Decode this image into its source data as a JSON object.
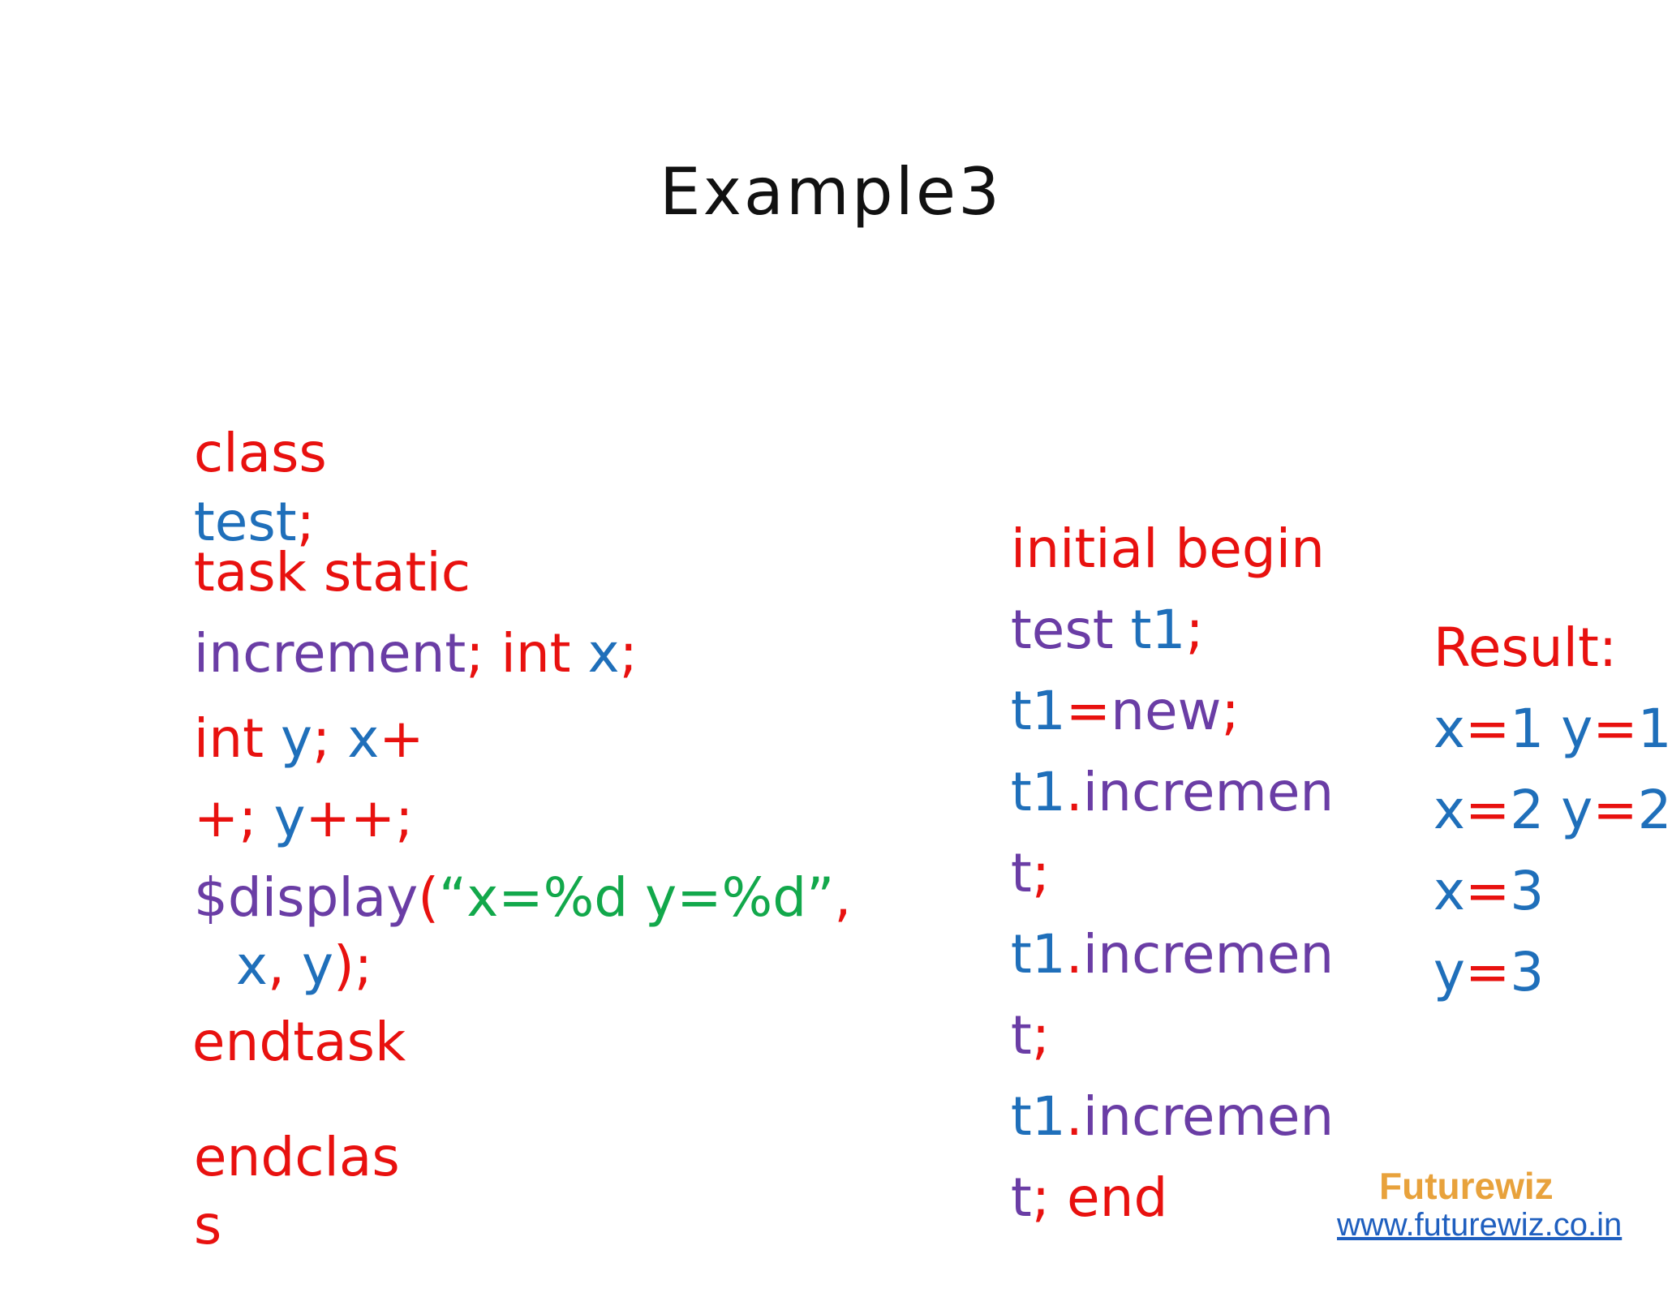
{
  "title": "Example3",
  "colors": {
    "keyword": "#E8110F",
    "identifier": "#1F6FBA",
    "method": "#6A3DA5",
    "string": "#12A84B",
    "brand": "#E8A23C"
  },
  "left_code": {
    "l1": [
      "class"
    ],
    "l2": [
      "test",
      ";"
    ],
    "l3": [
      "task static"
    ],
    "l4": [
      "increment",
      "; int ",
      "x",
      ";"
    ],
    "l5": [
      "int ",
      "y",
      "; ",
      "x",
      "+"
    ],
    "l6": [
      "+; ",
      "y",
      "++;"
    ],
    "l7": [
      "$display",
      "(",
      "“x=%d y=%d”",
      ","
    ],
    "l8": [
      "x",
      ", ",
      "y",
      ");"
    ],
    "l9": [
      "endtask"
    ],
    "l10": [
      "endclas"
    ],
    "l11": [
      "s"
    ]
  },
  "middle_code": {
    "l1": [
      "initial begin"
    ],
    "l2": [
      "test ",
      "t1",
      ";"
    ],
    "l3": [
      "t1",
      "=",
      "new",
      ";"
    ],
    "l4": [
      "t1",
      ".",
      "incremen"
    ],
    "l5": [
      "t",
      ";"
    ],
    "l6": [
      "t1",
      ".",
      "incremen"
    ],
    "l7": [
      "t",
      ";"
    ],
    "l8": [
      "t1",
      ".",
      "incremen"
    ],
    "l9": [
      "t",
      "; ",
      "end"
    ]
  },
  "result": {
    "label": "Result:",
    "r1": [
      "x",
      "=",
      "1 ",
      "y",
      "=",
      "1"
    ],
    "r2": [
      "x",
      "=",
      "2 ",
      "y",
      "=",
      "2"
    ],
    "r3": [
      "x",
      "=",
      "3"
    ],
    "r4": [
      "y",
      "=",
      "3"
    ]
  },
  "footer": {
    "brand": "Futurewiz",
    "url": "www.futurewiz.co.in"
  }
}
